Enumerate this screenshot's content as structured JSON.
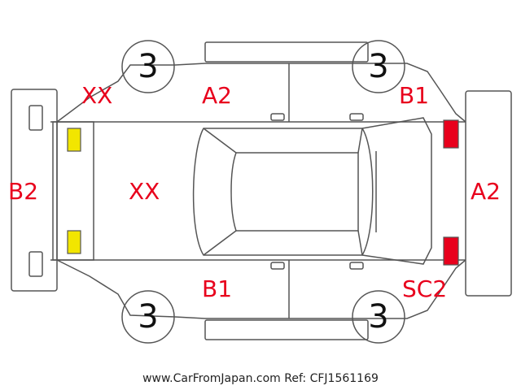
{
  "diagram": {
    "tire_grades": {
      "front_left": "3",
      "front_right": "3",
      "rear_left": "3",
      "rear_right": "3"
    },
    "damage_codes": {
      "front_left_corner": "XX",
      "front_left_door": "A2",
      "rear_left_door": "B1",
      "rear_bumper": "B2",
      "front_hood": "XX",
      "front_bumper": "A2",
      "front_right_door": "B1",
      "rear_right_door": "SC2"
    },
    "lamp_colors": {
      "rear": "#f2e600",
      "front": "#e8001c"
    },
    "code_color": "#e8001c"
  },
  "footer": {
    "text": "www.CarFromJapan.com Ref: CFJ1561169"
  }
}
